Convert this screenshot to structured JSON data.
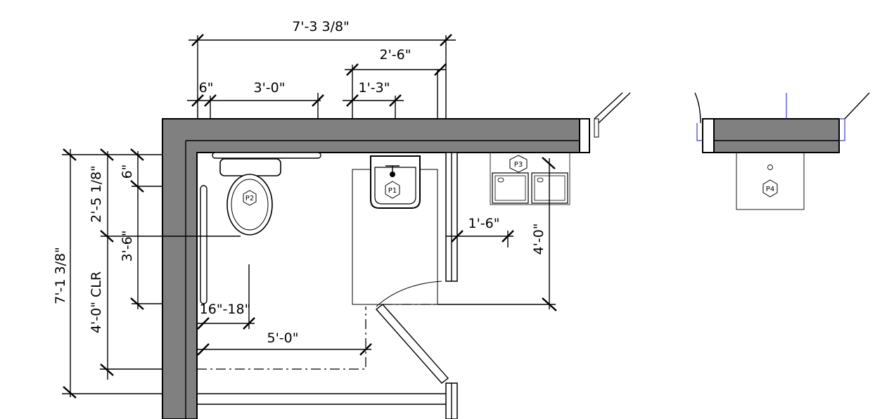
{
  "dimensions": {
    "overall_width": "7'-3 3/8\"",
    "door_width": "2'-6\"",
    "offset_top": "6\"",
    "toilet_span": "3'-0\"",
    "lav_span": "1'-3\"",
    "wall_offset": "1'-6\"",
    "door_depth": "4'-0\"",
    "overall_depth": "7'-1 3/8\"",
    "clear_depth": "4'-0\" CLR",
    "toilet_depth": "2'-5 1/8\"",
    "side_offset": "6\"",
    "grab_bar": "3'-6\"",
    "centerline_range": "16\"-18\"",
    "clear_width": "5'-0\""
  },
  "fixtures": {
    "p1": "P1",
    "p2": "P2",
    "p3": "P3",
    "p4": "P4"
  },
  "colors": {
    "wall_fill": "#808080",
    "line": "#000000",
    "accent_line": "#3a3ad8",
    "background": "#ffffff"
  }
}
